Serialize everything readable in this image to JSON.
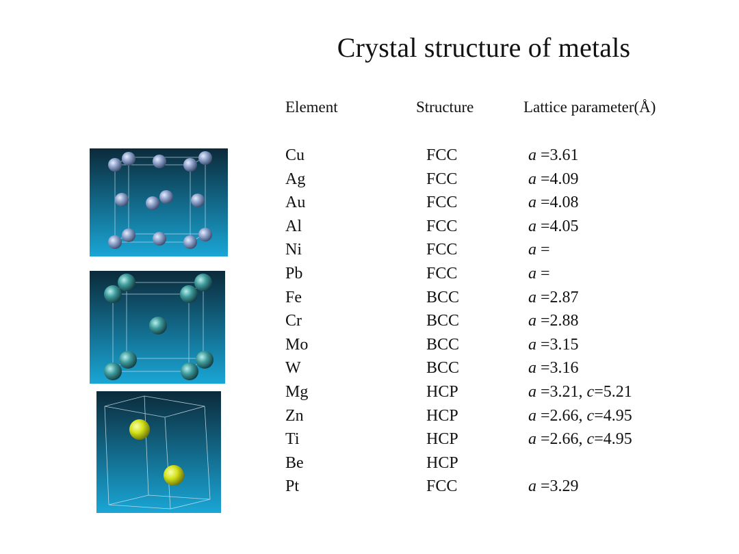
{
  "title": "Crystal structure of metals",
  "headers": {
    "element": "Element",
    "structure": "Structure",
    "lattice": "Lattice parameter(Å)"
  },
  "rows": [
    {
      "element": "Cu",
      "structure": "FCC",
      "a": "3.61",
      "c": ""
    },
    {
      "element": "Ag",
      "structure": "FCC",
      "a": "4.09",
      "c": ""
    },
    {
      "element": "Au",
      "structure": "FCC",
      "a": "4.08",
      "c": ""
    },
    {
      "element": "Al",
      "structure": "FCC",
      "a": "4.05",
      "c": ""
    },
    {
      "element": "Ni",
      "structure": "FCC",
      "a": "",
      "c": ""
    },
    {
      "element": "Pb",
      "structure": "FCC",
      "a": "",
      "c": ""
    },
    {
      "element": "Fe",
      "structure": "BCC",
      "a": "2.87",
      "c": ""
    },
    {
      "element": "Cr",
      "structure": "BCC",
      "a": "2.88",
      "c": ""
    },
    {
      "element": "Mo",
      "structure": "BCC",
      "a": "3.15",
      "c": ""
    },
    {
      "element": "W",
      "structure": "BCC",
      "a": "3.16",
      "c": ""
    },
    {
      "element": "Mg",
      "structure": "HCP",
      "a": "3.21",
      "c": "5.21"
    },
    {
      "element": "Zn",
      "structure": "HCP",
      "a": "2.66",
      "c": "4.95"
    },
    {
      "element": "Ti",
      "structure": "HCP",
      "a": "2.66",
      "c": "4.95"
    },
    {
      "element": "Be",
      "structure": "HCP",
      "a": null,
      "c": ""
    },
    {
      "element": "Pt",
      "structure": "FCC",
      "a": "3.29",
      "c": ""
    }
  ],
  "images": {
    "fcc": {
      "name": "fcc-unit-cell-image",
      "atom_color": "#8ea3cc"
    },
    "bcc": {
      "name": "bcc-unit-cell-image",
      "atom_color": "#3e9a9a"
    },
    "hcp": {
      "name": "hcp-unit-cell-image",
      "atom_color": "#d4e21a"
    },
    "bg_top": "#0b2a3a",
    "bg_bottom": "#1aa6d6"
  }
}
